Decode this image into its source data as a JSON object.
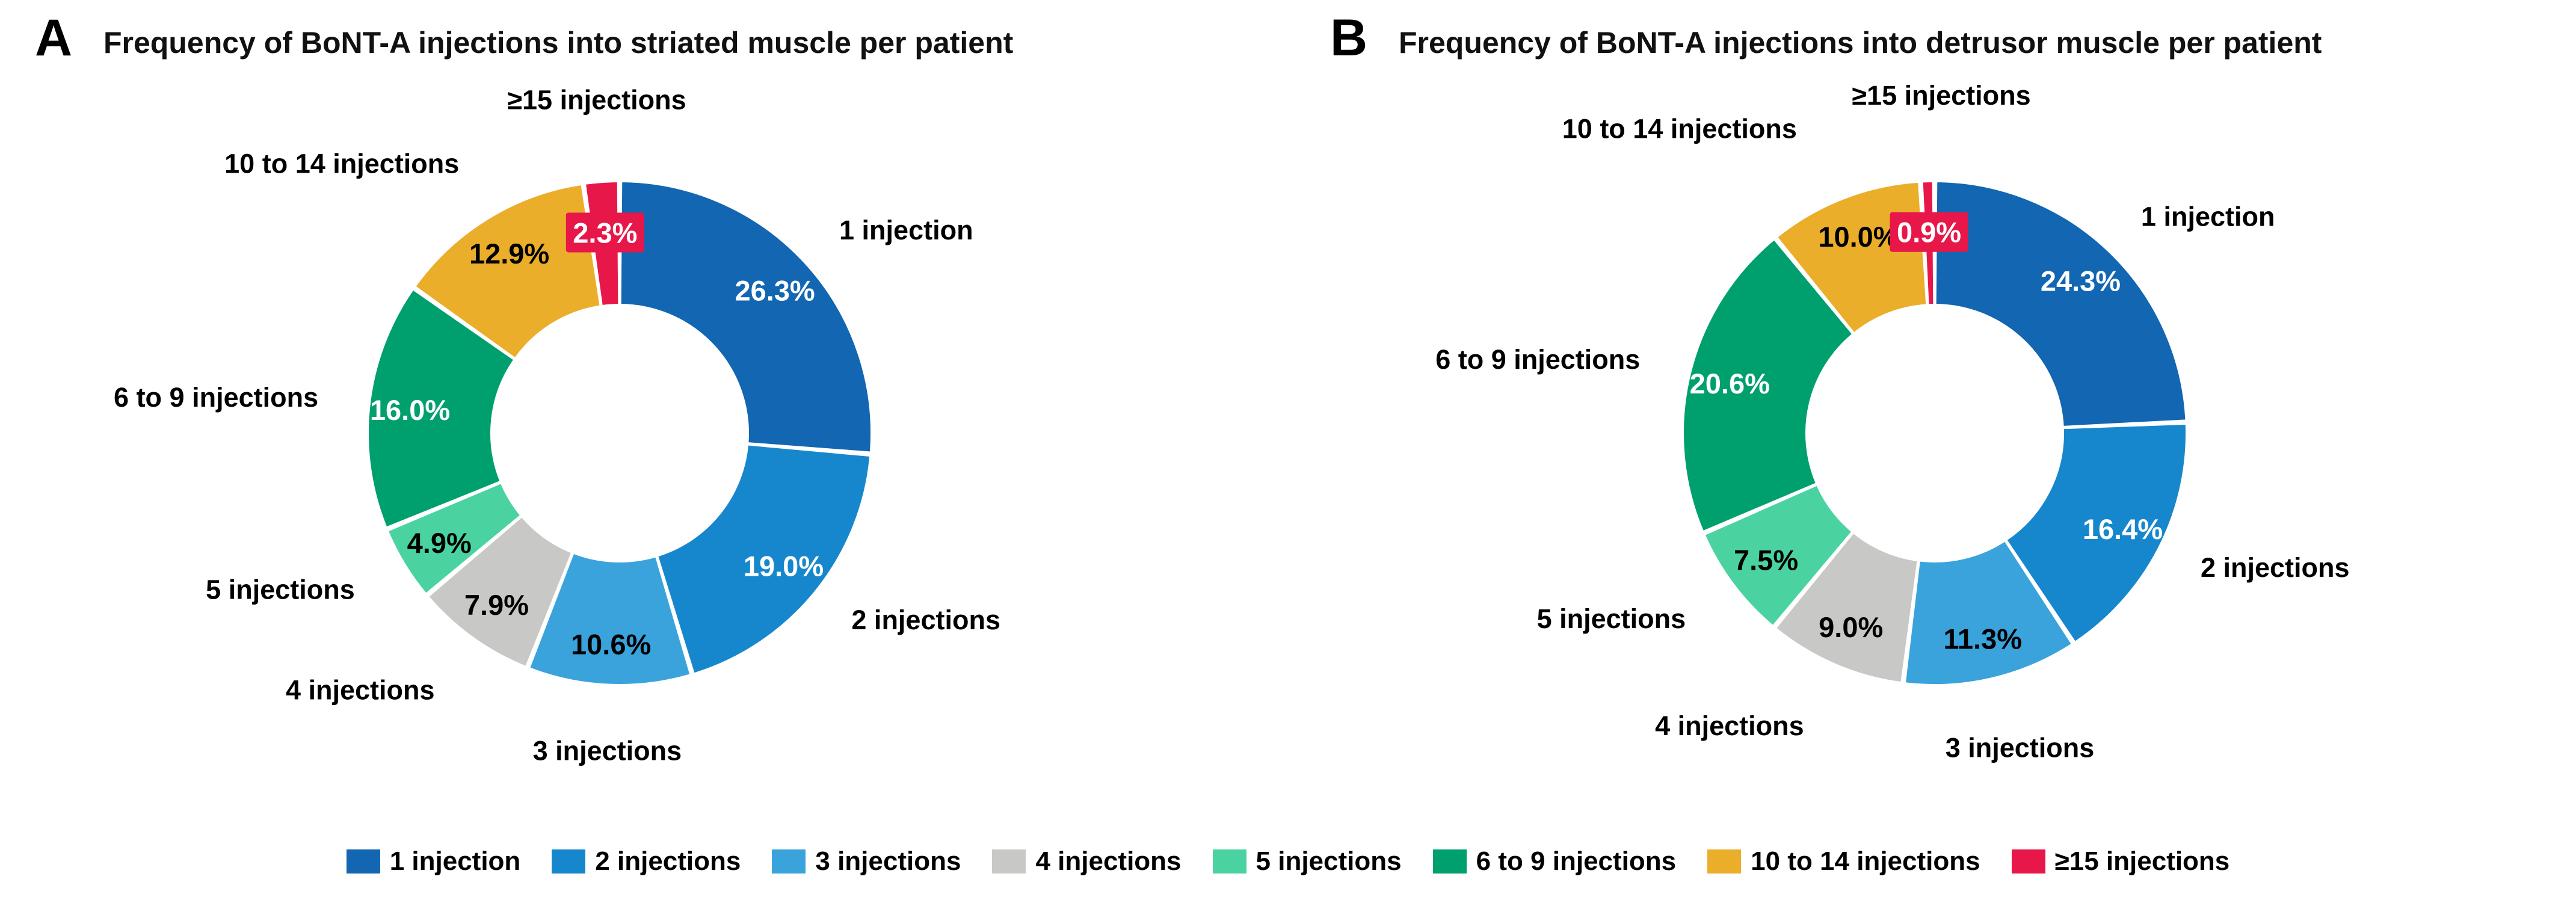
{
  "figure": {
    "background": "#ffffff",
    "panels": [
      {
        "letter": "A",
        "title": "Frequency of BoNT-A injections into striated muscle per patient"
      },
      {
        "letter": "B",
        "title": "Frequency of BoNT-A injections into detrusor muscle per patient"
      }
    ]
  },
  "legend": {
    "items": [
      {
        "label": "1 injection",
        "color": "#1266B2"
      },
      {
        "label": "2 injections",
        "color": "#1787CD"
      },
      {
        "label": "3 injections",
        "color": "#3AA3DC"
      },
      {
        "label": "4 injections",
        "color": "#C8C9C7"
      },
      {
        "label": "5 injections",
        "color": "#4AD3A0"
      },
      {
        "label": "6 to 9 injections",
        "color": "#00A06E"
      },
      {
        "label": "10 to 14 injections",
        "color": "#EBAE2A"
      },
      {
        "label": "≥15 injections",
        "color": "#E8174A"
      }
    ]
  },
  "chart_data": [
    {
      "type": "pie",
      "variant": "donut",
      "panel": "A",
      "title": "Frequency of BoNT-A injections into striated muscle per patient",
      "xlabel": "",
      "ylabel": "",
      "units": "percent",
      "start_angle_deg": 0,
      "direction": "clockwise",
      "inner_radius_ratio": 0.52,
      "legend_position": "bottom",
      "categories": [
        "1 injection",
        "2 injections",
        "3 injections",
        "4 injections",
        "5 injections",
        "6 to 9 injections",
        "10 to 14 injections",
        "≥15 injections"
      ],
      "values": [
        26.3,
        19.0,
        10.6,
        7.9,
        4.9,
        16.0,
        12.9,
        2.3
      ],
      "value_labels": [
        "26.3%",
        "19.0%",
        "10.6%",
        "7.9%",
        "4.9%",
        "16.0%",
        "12.9%",
        "2.3%"
      ],
      "colors": [
        "#1266B2",
        "#1787CD",
        "#3AA3DC",
        "#C8C9C7",
        "#4AD3A0",
        "#00A06E",
        "#EBAE2A",
        "#E8174A"
      ],
      "label_text_colors": [
        "#ffffff",
        "#ffffff",
        "#000000",
        "#000000",
        "#000000",
        "#ffffff",
        "#000000",
        "#ffffff"
      ],
      "highlight_badge": {
        "category": "≥15 injections",
        "text": "2.3%",
        "fill": "#E8174A",
        "text_color": "#ffffff"
      }
    },
    {
      "type": "pie",
      "variant": "donut",
      "panel": "B",
      "title": "Frequency of BoNT-A injections into detrusor muscle per patient",
      "xlabel": "",
      "ylabel": "",
      "units": "percent",
      "start_angle_deg": 0,
      "direction": "clockwise",
      "inner_radius_ratio": 0.52,
      "legend_position": "bottom",
      "categories": [
        "1 injection",
        "2 injections",
        "3 injections",
        "4 injections",
        "5 injections",
        "6 to 9 injections",
        "10 to 14 injections",
        "≥15 injections"
      ],
      "values": [
        24.3,
        16.4,
        11.3,
        9.0,
        7.5,
        20.6,
        10.0,
        0.9
      ],
      "value_labels": [
        "24.3%",
        "16.4%",
        "11.3%",
        "9.0%",
        "7.5%",
        "20.6%",
        "10.0%",
        "0.9%"
      ],
      "colors": [
        "#1266B2",
        "#1787CD",
        "#3AA3DC",
        "#C8C9C7",
        "#4AD3A0",
        "#00A06E",
        "#EBAE2A",
        "#E8174A"
      ],
      "label_text_colors": [
        "#ffffff",
        "#ffffff",
        "#000000",
        "#000000",
        "#000000",
        "#ffffff",
        "#000000",
        "#ffffff"
      ],
      "highlight_badge": {
        "category": "≥15 injections",
        "text": "0.9%",
        "fill": "#E8174A",
        "text_color": "#ffffff"
      }
    }
  ]
}
